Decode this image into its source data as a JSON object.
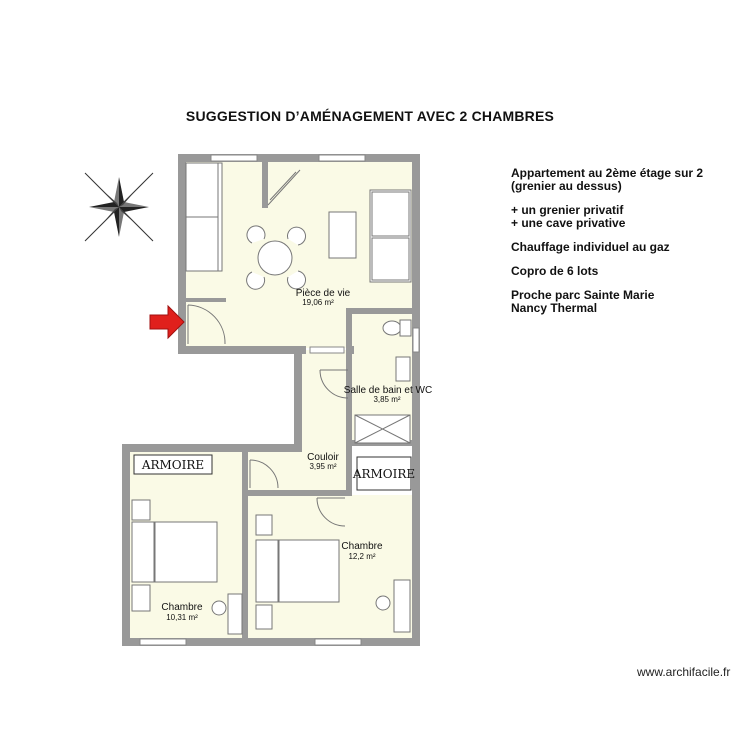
{
  "title": "SUGGESTION D’AMÉNAGEMENT AVEC 2 CHAMBRES",
  "notes": [
    [
      "Appartement au 2ème étage sur 2",
      " (grenier au dessus)"
    ],
    [
      "+ un grenier privatif",
      "+ une cave privative"
    ],
    [
      "Chauffage individuel au gaz"
    ],
    [
      "Copro de 6 lots"
    ],
    [
      "Proche parc Sainte Marie",
      "Nancy Thermal"
    ]
  ],
  "rooms": {
    "living": {
      "name": "Pièce de vie",
      "area": "19,06 m²"
    },
    "bath": {
      "name": "Salle de bain et WC",
      "area": "3,85 m²"
    },
    "hall": {
      "name": "Couloir",
      "area": "3,95 m²"
    },
    "bed_left": {
      "name": "Chambre",
      "area": "10,31 m²"
    },
    "bed_right": {
      "name": "Chambre",
      "area": "12,2 m²"
    }
  },
  "wardrobes": {
    "left": "ARMOIRE",
    "right": "ARMOIRE"
  },
  "credit": "www.archifacile.fr",
  "colors": {
    "wall": "#999999",
    "floor": "#fafae6",
    "entrance_arrow": "#e0201c"
  },
  "icons": [
    "compass-rose-icon",
    "entrance-arrow-icon"
  ]
}
